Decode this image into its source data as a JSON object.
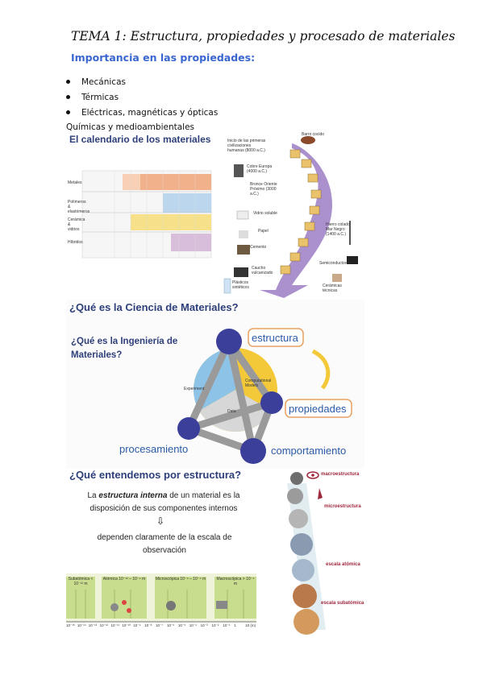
{
  "page": {
    "title": "TEMA 1: Estructura, propiedades y procesado de materiales",
    "subtitle": "Importancia en las propiedades:",
    "bullets": [
      "Mecánicas",
      "Térmicas",
      "Eléctricas, magnéticas y ópticas"
    ],
    "extra": "Químicas y medioambientales"
  },
  "calendar": {
    "heading": "El calendario de los materiales",
    "rows": [
      "Metales",
      "Polímeros & elastómeros",
      "Cerámica & vidrios",
      "Híbridos"
    ],
    "spiral_labels": [
      "Barro cocido",
      "Inicio de las primeras civilizaciones humanas (8000 a.C.)",
      "Cobre Europa (4000 a.C.)",
      "Bronce Oriente Próximo (3000 a.C.)",
      "Vidrio soluble",
      "Papel",
      "Cemento",
      "Caucho vulcanizado",
      "Plásticos sintéticos",
      "Semiconductores",
      "Hierro colado Mar Negro (1400 a.C.)",
      "Cerámicas técnicas"
    ]
  },
  "science": {
    "heading": "¿Qué es la Ciencia de Materiales?",
    "sub": "¿Qué es la Ingeniería de Materiales?",
    "nodes": [
      "estructura",
      "propiedades",
      "procesamiento",
      "comportamiento"
    ],
    "center": [
      "Experiment",
      "Computational Models",
      "Data"
    ]
  },
  "structure": {
    "heading": "¿Qué entendemos por estructura?",
    "text1_a": "La ",
    "text1_em": "estructura interna",
    "text1_b": " de un material es la disposición de sus componentes internos",
    "arrow": "⇩",
    "text2": "dependen claramente de la escala de observación",
    "scales": [
      "Subatómica < 10⁻¹² m",
      "Atómica 10⁻¹² – 10⁻⁹ m",
      "Microscópica 10⁻⁹ – 10⁻⁴ m",
      "Macroscópica > 10⁻⁴ m"
    ],
    "axis": [
      "10⁻¹⁵",
      "10⁻¹⁴",
      "10⁻¹³",
      "10⁻¹²",
      "10⁻¹¹",
      "10⁻¹⁰",
      "10⁻⁹",
      "10⁻⁸",
      "10⁻⁷",
      "10⁻⁶",
      "10⁻⁵",
      "10⁻⁴",
      "10⁻³",
      "10⁻²",
      "10⁻¹",
      "1",
      "10 (m)"
    ],
    "right_labels": [
      "macroestructura",
      "microestructura",
      "escala atómica",
      "escala subatómica"
    ]
  }
}
